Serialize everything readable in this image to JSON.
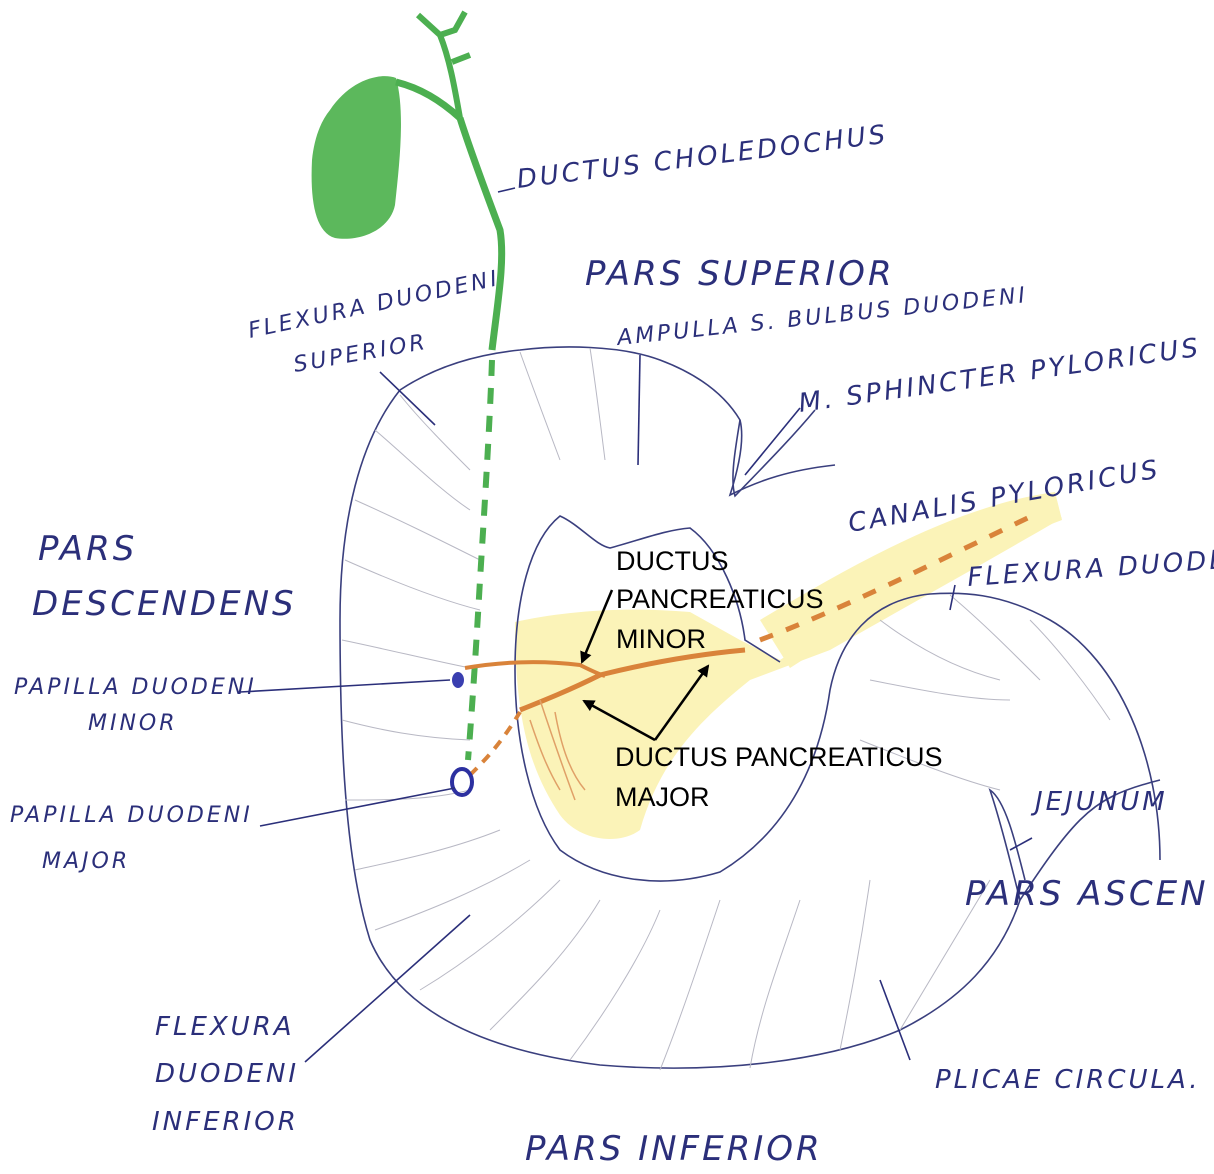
{
  "colors": {
    "gallbladder": "#5cb85c",
    "bile_duct": "#4caf50",
    "pancreas": "#fbf3b8",
    "pancreatic_duct": "#d9833a",
    "outline": "#3a3f7e",
    "handwriting": "#2b2f7a",
    "printed_text": "#000000"
  },
  "labels": {
    "ductus_choledochus": "DUCTUS CHOLEDOCHUS",
    "pars_superior": "PARS SUPERIOR",
    "flexura_superior_1": "FLEXURA DUODENI",
    "flexura_superior_2": "SUPERIOR",
    "ampulla": "AMPULLA S. BULBUS DUODENI",
    "sphincter": "M. SPHINCTER PYLORICUS",
    "canalis": "CANALIS PYLORICUS",
    "pars_descendens_1": "PARS",
    "pars_descendens_2": "DESCENDENS",
    "flexura_duodenojejunalis": "FLEXURA DUODEN",
    "papilla_minor_1": "PAPILLA DUODENI",
    "papilla_minor_2": "MINOR",
    "papilla_major_1": "PAPILLA DUODENI",
    "papilla_major_2": "MAJOR",
    "jejunum": "JEJUNUM",
    "pars_ascendens": "PARS ASCEN",
    "flexura_inferior_1": "FLEXURA",
    "flexura_inferior_2": "DUODENI",
    "flexura_inferior_3": "INFERIOR",
    "plicae": "PLICAE CIRCULA.",
    "pars_inferior": "PARS INFERIOR"
  },
  "printed_labels": {
    "minor_1": "DUCTUS",
    "minor_2": "PANCREATICUS",
    "minor_3": "MINOR",
    "major_1": "DUCTUS PANCREATICUS",
    "major_2": "MAJOR"
  }
}
